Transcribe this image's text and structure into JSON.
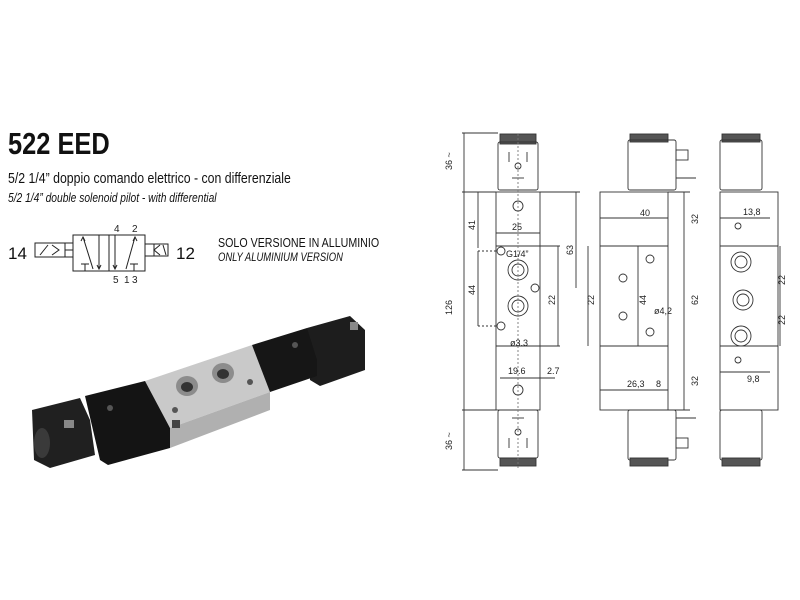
{
  "header": {
    "title": "522 EED",
    "subtitle_it": "5/2 1/4” doppio comando elettrico - con differenziale",
    "subtitle_en": "5/2 1/4” double solenoid pilot - with differential"
  },
  "symbol": {
    "port_left": "14",
    "port_right": "12",
    "ports_top": [
      "4",
      "2"
    ],
    "ports_bottom": [
      "5",
      "1",
      "3"
    ]
  },
  "version_note": {
    "it": "SOLO VERSIONE IN ALLUMINIO",
    "en": "ONLY ALUMINIUM VERSION"
  },
  "photo": {
    "label": "valve-product-photo"
  },
  "drawing": {
    "front_view": {
      "dim_coil_top": "36 ~",
      "dim_coil_bottom": "36 ~",
      "dim_total": "126",
      "dim_41": "41",
      "dim_44": "44",
      "dim_63": "63",
      "dim_22": "22",
      "dim_width": "25",
      "dim_19_6": "19.6",
      "dim_2_7": "2.7",
      "thread": "G1/4”",
      "hole": "ø3.3"
    },
    "side_view": {
      "dim_40": "40",
      "dim_32_top": "32",
      "dim_62": "62",
      "dim_32_bottom": "32",
      "dim_22": "22",
      "dim_44": "44",
      "dim_26_3": "26,3",
      "dim_8": "8",
      "hole": "ø4,2"
    },
    "end_view": {
      "dim_13_8": "13,8",
      "dim_22_a": "22",
      "dim_22_b": "22",
      "dim_9_8": "9,8"
    }
  }
}
